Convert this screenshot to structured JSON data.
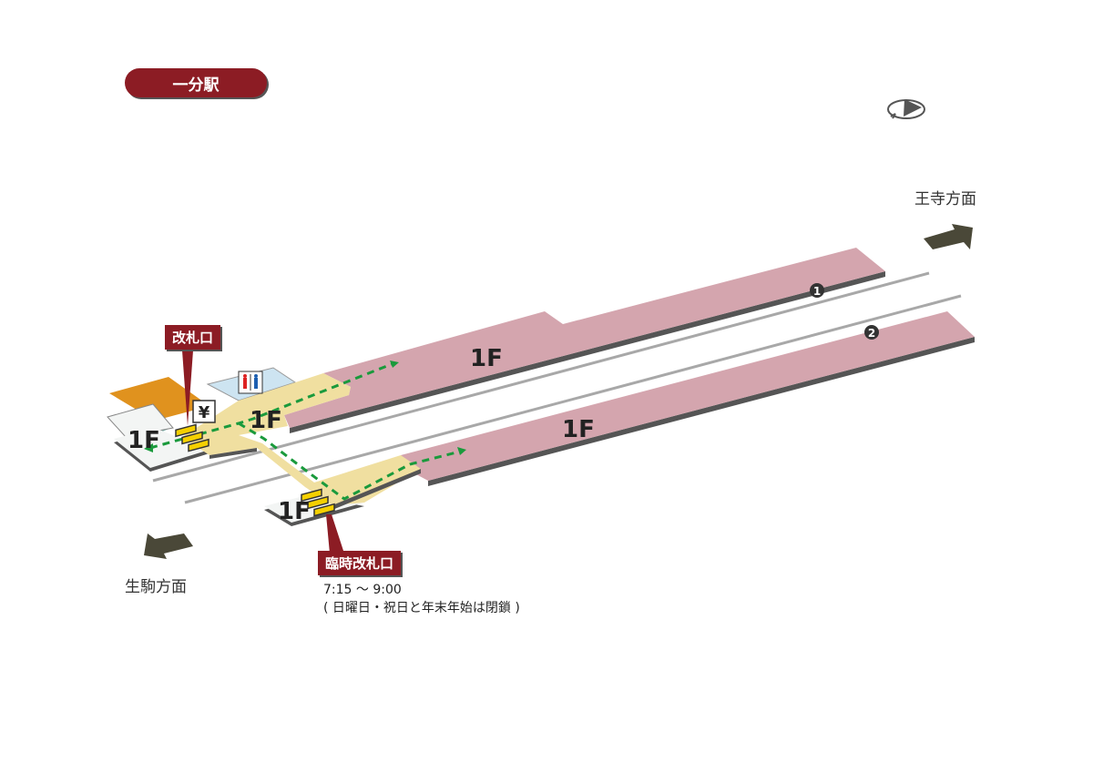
{
  "station_name": "一分駅",
  "directions": {
    "north": "王寺方面",
    "south": "生駒方面"
  },
  "labels": {
    "main_gate": "改札口",
    "temp_gate": "臨時改札口",
    "temp_gate_hours": "7:15 〜 9:00",
    "temp_gate_note": "( 日曜日・祝日と年末年始は閉鎖 )"
  },
  "floors": [
    "1F",
    "1F",
    "1F",
    "1F",
    "1F"
  ],
  "platforms": [
    "1",
    "2"
  ],
  "icons": {
    "ticket": "¥",
    "restroom": "restroom-icon",
    "compass": "compass-icon"
  },
  "colors": {
    "brand": "#8c1c24",
    "platform": "#d4a5ae",
    "concourse": "#f0dfa0",
    "route": "#1a9a3c",
    "gate": "#f5d000"
  }
}
